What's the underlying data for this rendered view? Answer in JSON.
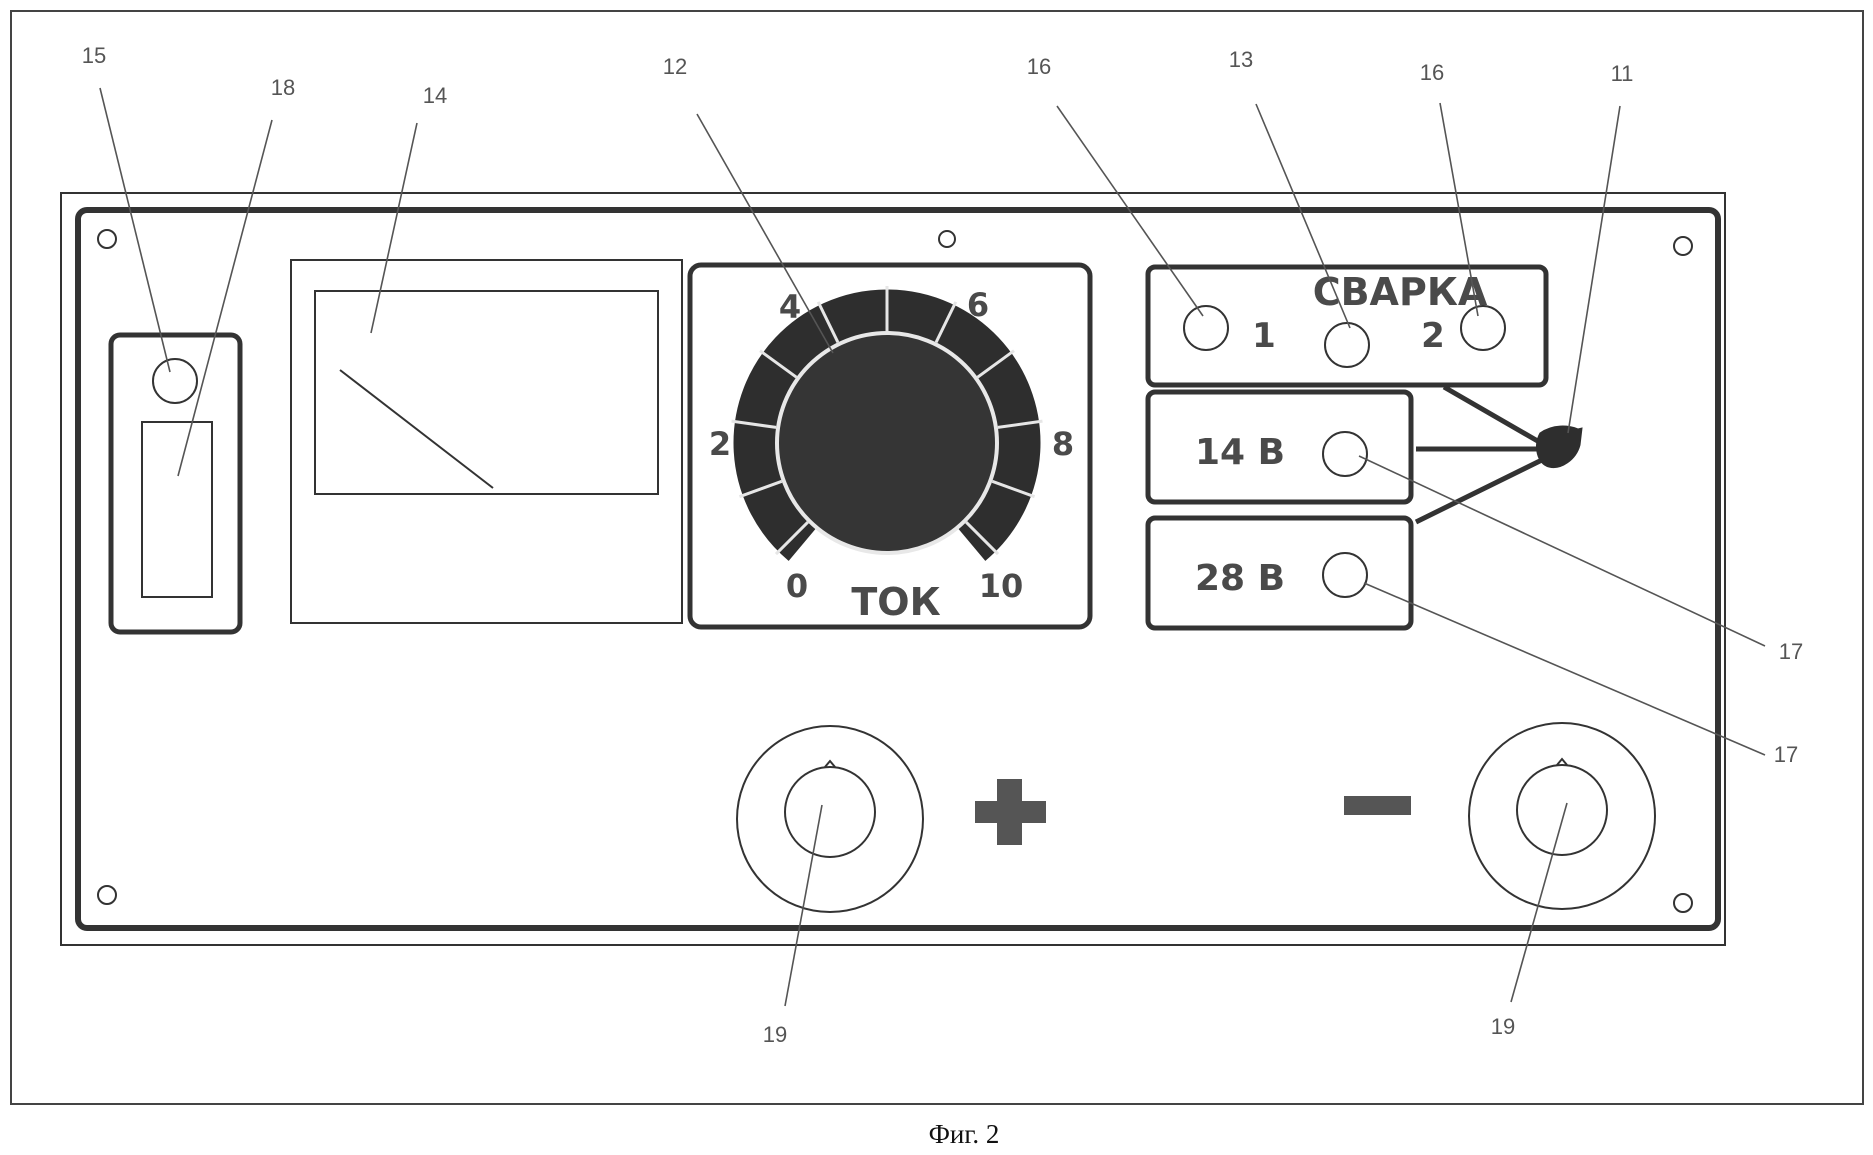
{
  "callouts": {
    "c15": "15",
    "c18": "18",
    "c14": "14",
    "c12": "12",
    "c16_left": "16",
    "c13": "13",
    "c16_right": "16",
    "c11": "11",
    "c17_upper": "17",
    "c17_lower": "17",
    "c19_left": "19",
    "c19_right": "19"
  },
  "dial": {
    "ticks": [
      "0",
      "2",
      "4",
      "6",
      "8",
      "10"
    ],
    "label": "ТОК"
  },
  "welding": {
    "label": "СВАРКА",
    "pos1": "1",
    "pos2": "2"
  },
  "outputs": {
    "v14": "14 В",
    "v28": "28 В"
  },
  "terminals": {
    "plus_symbol": "+",
    "minus_symbol": "−"
  },
  "caption": "Фиг. 2",
  "colors": {
    "line": "#333333",
    "panel_fill": "#555555",
    "dial_fill": "#2e2e2e",
    "knob_fill": "#353535"
  }
}
